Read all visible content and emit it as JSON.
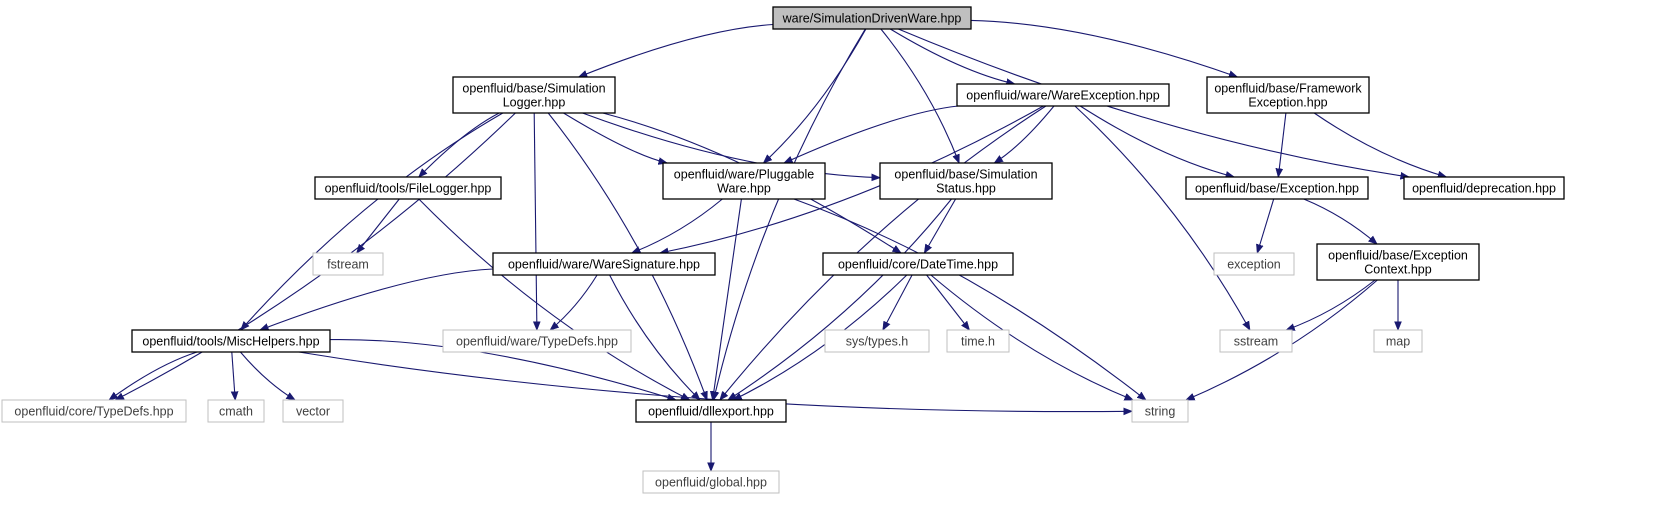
{
  "colors": {
    "edge": "#191970",
    "node_border_local": "#000000",
    "node_border_external": "#bfbfbf",
    "root_fill": "#bfbfbf",
    "node_fill": "#ffffff",
    "text_local": "#000000",
    "text_external": "#404040"
  },
  "nodes": [
    {
      "id": "root",
      "kind": "root",
      "lines": [
        "ware/SimulationDrivenWare.hpp"
      ]
    },
    {
      "id": "simlogger",
      "kind": "local",
      "lines": [
        "openfluid/base/Simulation",
        "Logger.hpp"
      ]
    },
    {
      "id": "wareexc",
      "kind": "local",
      "lines": [
        "openfluid/ware/WareException.hpp"
      ]
    },
    {
      "id": "fwexc",
      "kind": "local",
      "lines": [
        "openfluid/base/Framework",
        "Exception.hpp"
      ]
    },
    {
      "id": "filelogger",
      "kind": "local",
      "lines": [
        "openfluid/tools/FileLogger.hpp"
      ]
    },
    {
      "id": "pluggable",
      "kind": "local",
      "lines": [
        "openfluid/ware/Pluggable",
        "Ware.hpp"
      ]
    },
    {
      "id": "simstatus",
      "kind": "local",
      "lines": [
        "openfluid/base/Simulation",
        "Status.hpp"
      ]
    },
    {
      "id": "exception",
      "kind": "local",
      "lines": [
        "openfluid/base/Exception.hpp"
      ]
    },
    {
      "id": "deprecation",
      "kind": "local",
      "lines": [
        "openfluid/deprecation.hpp"
      ]
    },
    {
      "id": "fstream",
      "kind": "external",
      "lines": [
        "fstream"
      ]
    },
    {
      "id": "waresig",
      "kind": "local",
      "lines": [
        "openfluid/ware/WareSignature.hpp"
      ]
    },
    {
      "id": "datetime",
      "kind": "local",
      "lines": [
        "openfluid/core/DateTime.hpp"
      ]
    },
    {
      "id": "stdexception",
      "kind": "external",
      "lines": [
        "exception"
      ]
    },
    {
      "id": "exccontext",
      "kind": "local",
      "lines": [
        "openfluid/base/Exception",
        "Context.hpp"
      ]
    },
    {
      "id": "mischelpers",
      "kind": "local",
      "lines": [
        "openfluid/tools/MiscHelpers.hpp"
      ]
    },
    {
      "id": "waretypedefs",
      "kind": "external",
      "lines": [
        "openfluid/ware/TypeDefs.hpp"
      ]
    },
    {
      "id": "systypes",
      "kind": "external",
      "lines": [
        "sys/types.h"
      ]
    },
    {
      "id": "timeh",
      "kind": "external",
      "lines": [
        "time.h"
      ]
    },
    {
      "id": "sstream",
      "kind": "external",
      "lines": [
        "sstream"
      ]
    },
    {
      "id": "map",
      "kind": "external",
      "lines": [
        "map"
      ]
    },
    {
      "id": "coretypedefs",
      "kind": "external",
      "lines": [
        "openfluid/core/TypeDefs.hpp"
      ]
    },
    {
      "id": "cmath",
      "kind": "external",
      "lines": [
        "cmath"
      ]
    },
    {
      "id": "vector",
      "kind": "external",
      "lines": [
        "vector"
      ]
    },
    {
      "id": "dllexport",
      "kind": "local",
      "lines": [
        "openfluid/dllexport.hpp"
      ]
    },
    {
      "id": "string",
      "kind": "external",
      "lines": [
        "string"
      ]
    },
    {
      "id": "global",
      "kind": "external",
      "lines": [
        "openfluid/global.hpp"
      ]
    }
  ],
  "edges": [
    [
      "root",
      "simlogger"
    ],
    [
      "root",
      "pluggable"
    ],
    [
      "root",
      "dllexport"
    ],
    [
      "root",
      "simstatus"
    ],
    [
      "root",
      "wareexc"
    ],
    [
      "root",
      "fwexc"
    ],
    [
      "root",
      "deprecation"
    ],
    [
      "simlogger",
      "coretypedefs"
    ],
    [
      "simlogger",
      "mischelpers"
    ],
    [
      "simlogger",
      "dllexport"
    ],
    [
      "simlogger",
      "filelogger"
    ],
    [
      "simlogger",
      "waretypedefs"
    ],
    [
      "simlogger",
      "pluggable"
    ],
    [
      "simlogger",
      "datetime"
    ],
    [
      "simlogger",
      "simstatus"
    ],
    [
      "wareexc",
      "waresig"
    ],
    [
      "wareexc",
      "pluggable"
    ],
    [
      "wareexc",
      "simstatus"
    ],
    [
      "wareexc",
      "dllexport"
    ],
    [
      "wareexc",
      "sstream"
    ],
    [
      "wareexc",
      "exception"
    ],
    [
      "fwexc",
      "exception"
    ],
    [
      "fwexc",
      "deprecation"
    ],
    [
      "filelogger",
      "fstream"
    ],
    [
      "filelogger",
      "dllexport"
    ],
    [
      "pluggable",
      "waresig"
    ],
    [
      "pluggable",
      "dllexport"
    ],
    [
      "pluggable",
      "string"
    ],
    [
      "simstatus",
      "datetime"
    ],
    [
      "simstatus",
      "dllexport"
    ],
    [
      "exception",
      "stdexception"
    ],
    [
      "exception",
      "exccontext"
    ],
    [
      "waresig",
      "mischelpers"
    ],
    [
      "waresig",
      "waretypedefs"
    ],
    [
      "waresig",
      "dllexport"
    ],
    [
      "datetime",
      "systypes"
    ],
    [
      "datetime",
      "timeh"
    ],
    [
      "datetime",
      "dllexport"
    ],
    [
      "datetime",
      "string"
    ],
    [
      "exccontext",
      "sstream"
    ],
    [
      "exccontext",
      "map"
    ],
    [
      "exccontext",
      "string"
    ],
    [
      "mischelpers",
      "coretypedefs"
    ],
    [
      "mischelpers",
      "cmath"
    ],
    [
      "mischelpers",
      "vector"
    ],
    [
      "mischelpers",
      "dllexport"
    ],
    [
      "mischelpers",
      "string"
    ],
    [
      "dllexport",
      "global"
    ]
  ]
}
